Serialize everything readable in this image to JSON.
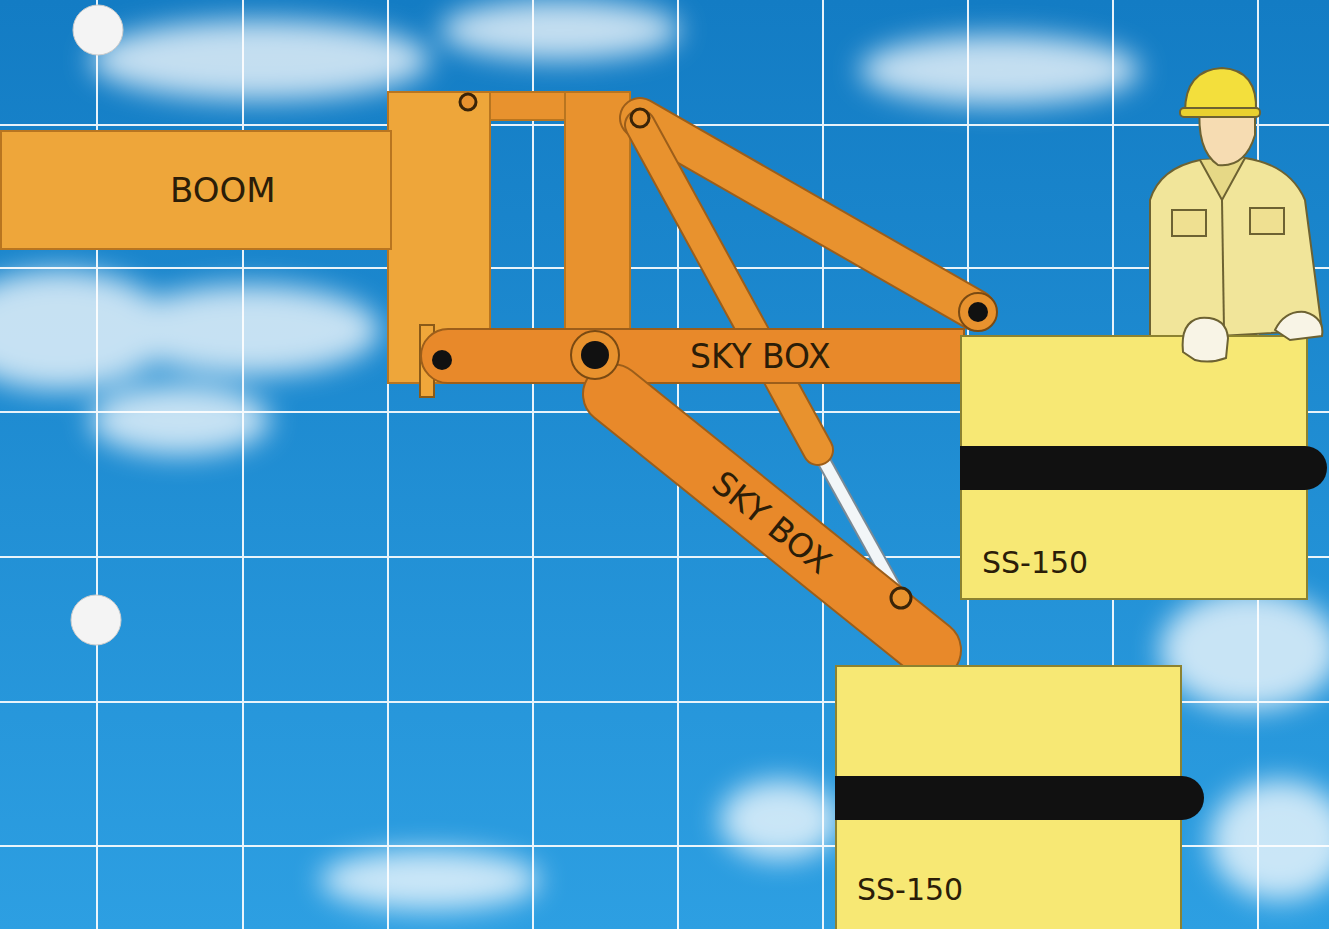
{
  "diagram": {
    "nodes": [
      {
        "text": [
          "BOOM"
        ]
      },
      {
        "text": [
          "SKY BOX"
        ]
      },
      {
        "text": [
          "SKY BOX"
        ]
      },
      {
        "text": [
          "SS-150"
        ]
      },
      {
        "text": [
          "SS-150"
        ]
      }
    ]
  }
}
